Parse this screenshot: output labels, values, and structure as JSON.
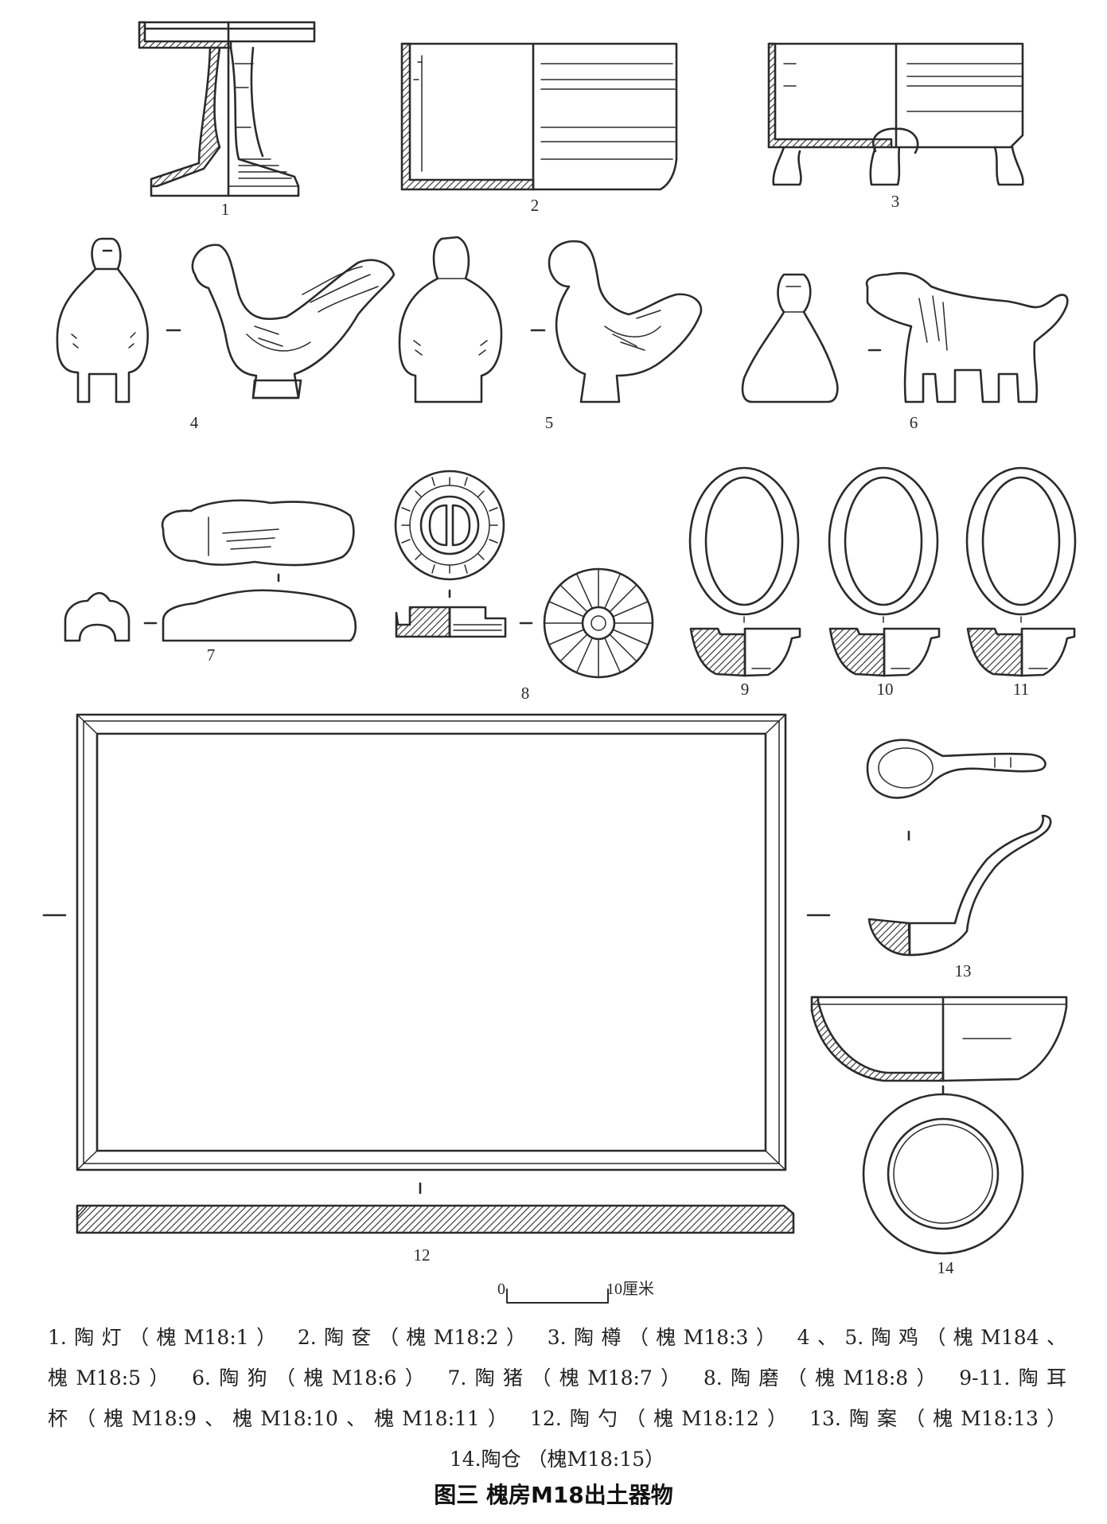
{
  "figure": {
    "title": "图三 槐房M18出土器物",
    "scale_bar": {
      "start_label": "0",
      "end_label": "10厘米"
    },
    "figure_numbers": [
      "1",
      "2",
      "3",
      "4",
      "5",
      "6",
      "7",
      "8",
      "9",
      "10",
      "11",
      "12",
      "13",
      "14"
    ],
    "caption_lines": [
      [
        "1.陶灯（槐M18:1）",
        "2.陶奁（槐M18:2）",
        "3.陶樽（槐M18:3）",
        "4、5.陶鸡（槐M184、"
      ],
      [
        "槐M18:5）",
        "6.陶狗（槐M18:6）",
        "7.陶猪（槐M18:7）",
        "8.陶磨（槐M18:8）",
        "9-11.陶耳"
      ],
      [
        "杯（槐M18:9、槐M18:10、槐M18:11）",
        "12.陶勺（槐M18:12）",
        "13.陶案（槐M18:13）"
      ],
      [
        "14.陶仓 （槐M18:15）"
      ]
    ]
  }
}
